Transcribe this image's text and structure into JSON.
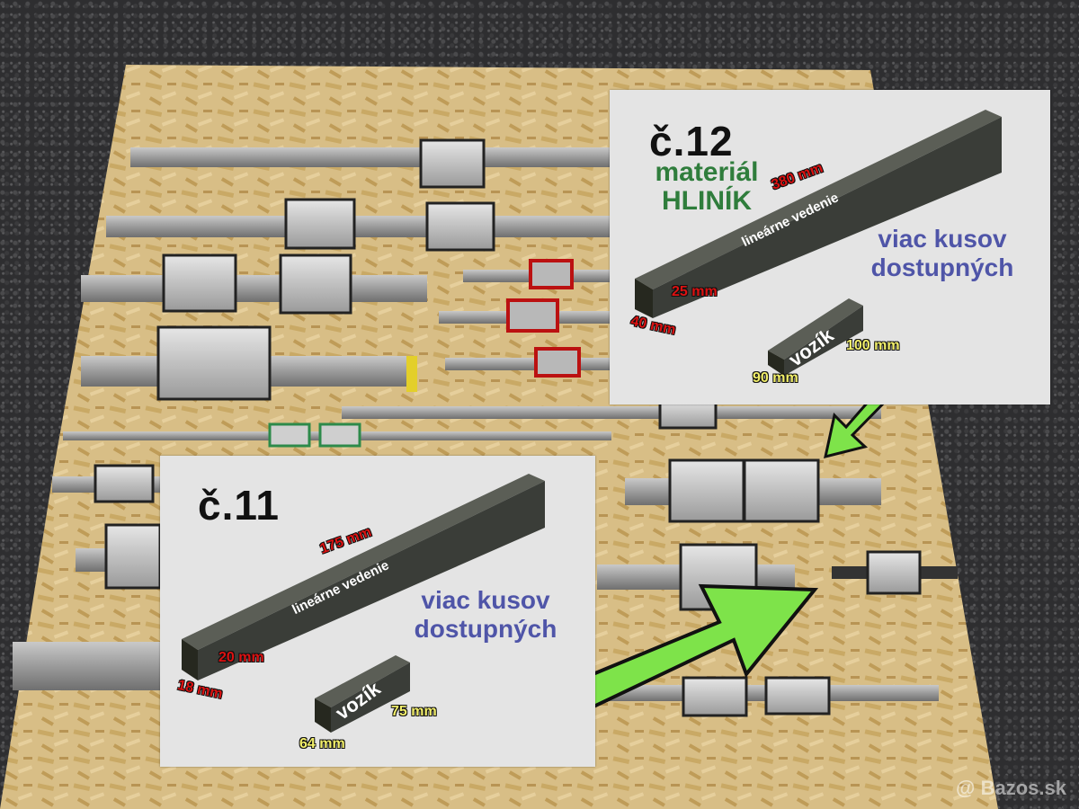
{
  "panel12": {
    "title": "č.12",
    "material_line1": "materiál",
    "material_line2": "HLINÍK",
    "bar_length": "380 mm",
    "bar_label": "lineárne vedenie",
    "bar_width": "25 mm",
    "bar_height": "40 mm",
    "available_line1": "viac kusov",
    "available_line2": "dostupných",
    "carriage_label": "vozík",
    "carriage_length": "100 mm",
    "carriage_width": "90 mm"
  },
  "panel11": {
    "title": "č.11",
    "bar_length": "175 mm",
    "bar_label": "lineárne vedenie",
    "bar_width": "20 mm",
    "bar_height": "18 mm",
    "available_line1": "viac kusov",
    "available_line2": "dostupných",
    "carriage_label": "vozík",
    "carriage_length": "75 mm",
    "carriage_width": "64 mm"
  },
  "watermark": "@ Bazos.sk",
  "colors": {
    "material": "#2f7d3c",
    "available": "#4f55a8",
    "dimension_red": "#dd1111",
    "dimension_yellow": "#f2ef6a",
    "arrow": "#7ee34a",
    "bar": "#3a3d38"
  }
}
